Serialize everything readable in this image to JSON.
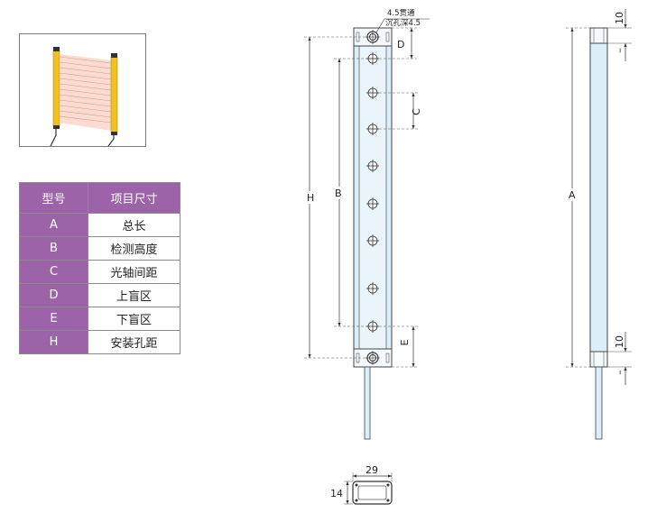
{
  "table": {
    "header": [
      "型号",
      "项目尺寸"
    ],
    "rows": [
      {
        "key": "A",
        "value": "总长"
      },
      {
        "key": "B",
        "value": "检测高度"
      },
      {
        "key": "C",
        "value": "光轴间距"
      },
      {
        "key": "D",
        "value": "上盲区"
      },
      {
        "key": "E",
        "value": "下盲区"
      },
      {
        "key": "H",
        "value": "安装孔距"
      }
    ]
  },
  "drawing": {
    "hole_note_line1": "4.5贯通",
    "hole_note_line2": "沉孔深4.5",
    "dim_H": "H",
    "dim_B": "B",
    "dim_C": "C",
    "dim_D": "D",
    "dim_E": "E",
    "dim_A": "A",
    "dim_top_10": "10",
    "dim_bottom_10": "10",
    "section_width": "29",
    "section_height": "14"
  },
  "colors": {
    "header_purple": "#9c63a8",
    "sensor_blue": "#dceef8",
    "photo_yellow": "#f2c21a",
    "beam_pink": "#f6b6a6"
  }
}
